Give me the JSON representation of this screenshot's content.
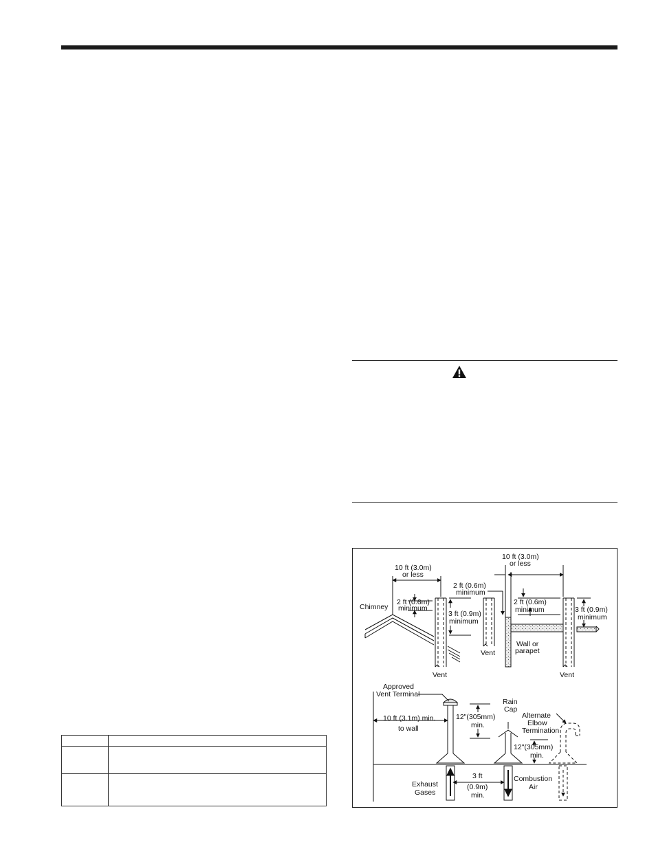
{
  "figure": {
    "labels": {
      "chimney": "Chimney",
      "ten_ft_a1": "10 ft (3.0m)",
      "ten_ft_a2": "or less",
      "two_ft_a1": "2 ft (0.6m)",
      "two_ft_a2": "minimum",
      "three_ft_a1": "3 ft (0.9m)",
      "three_ft_a2": "minimum",
      "vent_a": "Vent",
      "ten_ft_b1": "10 ft (3.0m)",
      "ten_ft_b2": "or less",
      "two_ft_b1": "2 ft (0.6m)",
      "two_ft_b2": "minimum",
      "vent_b": "Vent",
      "two_ft_c1": "2 ft (0.6m)",
      "two_ft_c2": "minimum",
      "wall1": "Wall or",
      "wall2": "parapet",
      "three_ft_c1": "3 ft (0.9m)",
      "three_ft_c2": "minimum",
      "vent_c": "Vent",
      "approved1": "Approved",
      "approved2": "Vent Terminal",
      "ten_wall1": "10 ft (3.1m) min.",
      "ten_wall2": "to wall",
      "twelve_a1": "12\"(305mm)",
      "twelve_a2": "min.",
      "rain1": "Rain",
      "rain2": "Cap",
      "alt1": "Alternate",
      "alt2": "Elbow",
      "alt3": "Termination",
      "twelve_b1": "12\"(305mm)",
      "twelve_b2": "min.",
      "exhaust1": "Exhaust",
      "exhaust2": "Gases",
      "three_sep1": "3 ft",
      "three_sep2": "(0.9m)",
      "three_sep3": "min.",
      "comb1": "Combustion",
      "comb2": "Air"
    }
  },
  "colors": {
    "ink": "#111111",
    "wall_fill": "#e6e6e6"
  },
  "icons": {
    "warning": "warning-triangle-icon"
  }
}
